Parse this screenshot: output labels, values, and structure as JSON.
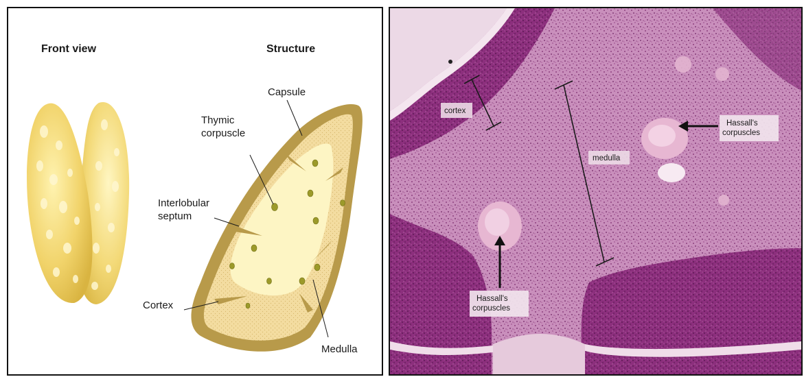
{
  "diagram": {
    "front_view_title": "Front view",
    "structure_title": "Structure",
    "labels": {
      "capsule": "Capsule",
      "thymic_corpuscle_line1": "Thymic",
      "thymic_corpuscle_line2": "corpuscle",
      "interlobular_line1": "Interlobular",
      "interlobular_line2": "septum",
      "cortex": "Cortex",
      "medulla": "Medulla"
    },
    "colors": {
      "capsule": "#b89a4a",
      "cortex_fill": "#f3dca0",
      "medulla_fill": "#fdf5c4",
      "corpuscle": "#9c9a2a",
      "gland": "#f1d36a"
    }
  },
  "micrograph": {
    "labels": {
      "cortex": "cortex",
      "medulla": "medulla",
      "hassalls_top_line1": "Hassall's",
      "hassalls_top_line2": "corpuscles",
      "hassalls_bottom_line1": "Hassall's",
      "hassalls_bottom_line2": "corpuscles"
    },
    "colors": {
      "tissue_dark": "#8a2f7a",
      "tissue_light": "#c88ab8",
      "background": "#e9d3e3"
    }
  }
}
